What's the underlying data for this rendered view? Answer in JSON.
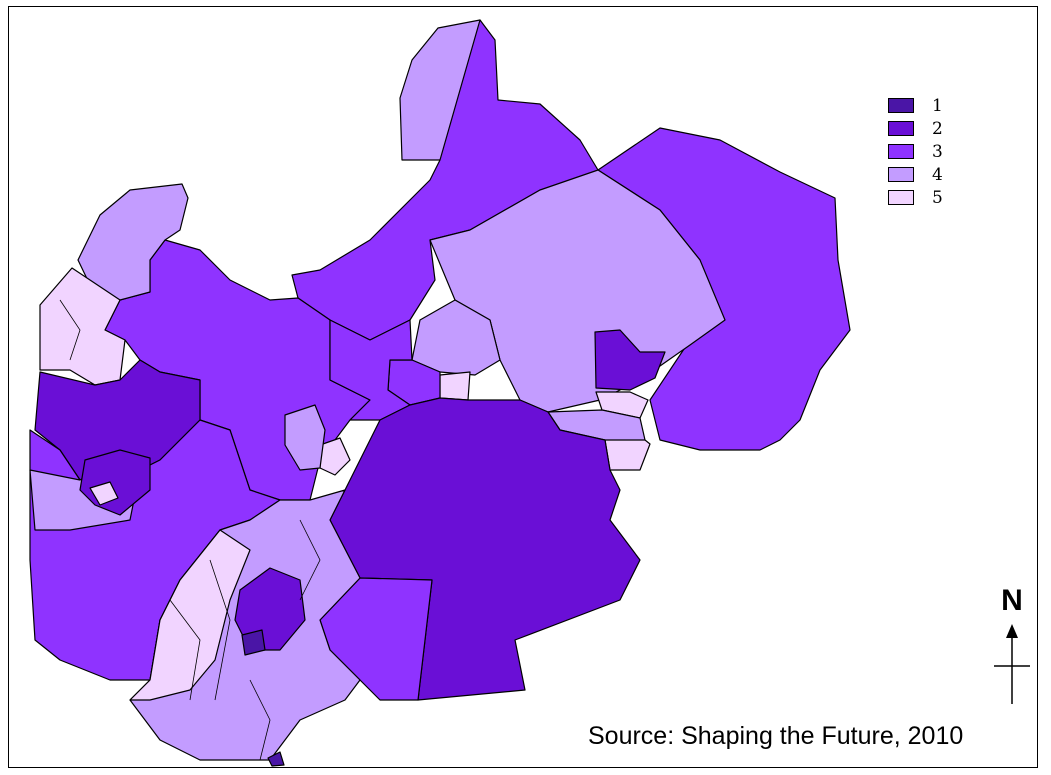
{
  "colors": {
    "class_1": "#4a15a6",
    "class_2": "#6a0fd6",
    "class_3": "#8f33ff",
    "class_4": "#c39cff",
    "class_5": "#f1d4ff",
    "border": "#000000"
  },
  "legend": {
    "items": [
      {
        "label": "1",
        "color": "#4a15a6"
      },
      {
        "label": "2",
        "color": "#6a0fd6"
      },
      {
        "label": "3",
        "color": "#8f33ff"
      },
      {
        "label": "4",
        "color": "#c39cff"
      },
      {
        "label": "5",
        "color": "#f1d4ff"
      }
    ]
  },
  "north_arrow": {
    "label": "N",
    "icon": "north-arrow-icon"
  },
  "source_text": "Source: Shaping the Future, 2010"
}
